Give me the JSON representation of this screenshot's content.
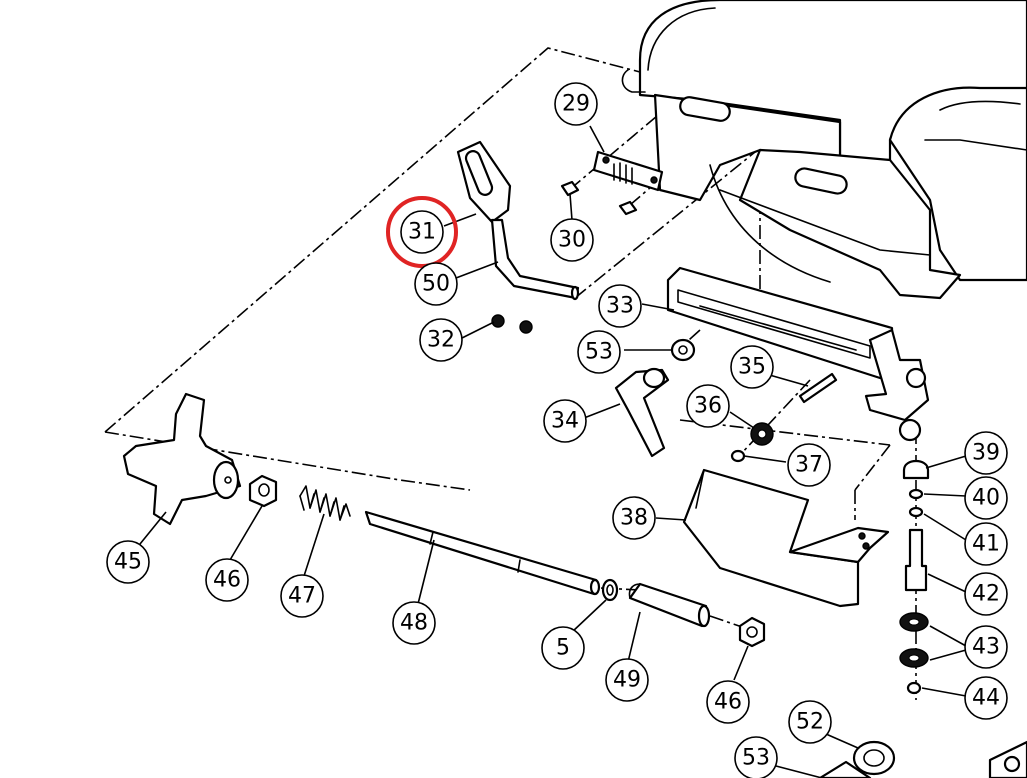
{
  "callouts": [
    {
      "id": "c29",
      "label": "29"
    },
    {
      "id": "c30",
      "label": "30"
    },
    {
      "id": "c31",
      "label": "31",
      "highlighted": true
    },
    {
      "id": "c50",
      "label": "50"
    },
    {
      "id": "c32",
      "label": "32"
    },
    {
      "id": "c33",
      "label": "33"
    },
    {
      "id": "c53a",
      "label": "53"
    },
    {
      "id": "c35",
      "label": "35"
    },
    {
      "id": "c34",
      "label": "34"
    },
    {
      "id": "c36",
      "label": "36"
    },
    {
      "id": "c37",
      "label": "37"
    },
    {
      "id": "c39",
      "label": "39"
    },
    {
      "id": "c40",
      "label": "40"
    },
    {
      "id": "c41",
      "label": "41"
    },
    {
      "id": "c38",
      "label": "38"
    },
    {
      "id": "c42",
      "label": "42"
    },
    {
      "id": "c43",
      "label": "43"
    },
    {
      "id": "c44",
      "label": "44"
    },
    {
      "id": "c45",
      "label": "45"
    },
    {
      "id": "c46a",
      "label": "46"
    },
    {
      "id": "c47",
      "label": "47"
    },
    {
      "id": "c48",
      "label": "48"
    },
    {
      "id": "c5",
      "label": "5"
    },
    {
      "id": "c49",
      "label": "49"
    },
    {
      "id": "c46b",
      "label": "46"
    },
    {
      "id": "c52",
      "label": "52"
    },
    {
      "id": "c53b",
      "label": "53"
    }
  ],
  "highlight": {
    "target": "31",
    "color": "#e02424"
  }
}
